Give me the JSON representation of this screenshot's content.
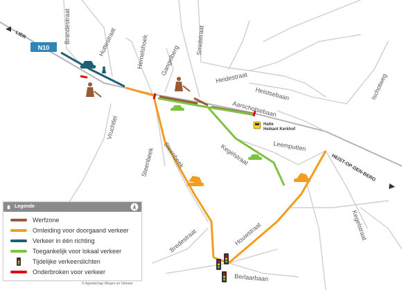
{
  "map": {
    "route_shield": "N10",
    "direction_labels": {
      "west": "LIER",
      "east": "HEIST-OP-DEN-BERG"
    },
    "streets": [
      "Brandestraat",
      "Huttestraat",
      "Hemelshoek",
      "Gangelberg",
      "Smidstraat",
      "Heidestraat",
      "Heistsebaan",
      "Ischotweg",
      "Aarschotsebaan",
      "Vruchtlei",
      "Steenbeek",
      "Kegelstraat",
      "Leemputten",
      "Kegelstraat",
      "Bredestraat",
      "Houwstraat",
      "Berlaarbaan"
    ],
    "stop_label": [
      "Halte",
      "Heikant Kerkhof"
    ]
  },
  "legend": {
    "title": "Legende",
    "items": [
      {
        "label": "Werfzone",
        "color": "#9b5a34",
        "icon": "line"
      },
      {
        "label": "Omleiding voor doorgaand verkeer",
        "color": "#f39c1f",
        "icon": "line"
      },
      {
        "label": "Verkeer in één richting",
        "color": "#1f5f75",
        "icon": "line"
      },
      {
        "label": "Toegankelijk voor lokaal verkeer",
        "color": "#7ec242",
        "icon": "line"
      },
      {
        "label": "Tijdelijke verkeerslichten",
        "color": "#333333",
        "icon": "traffic-light"
      },
      {
        "label": "Onderbroken voor verkeer",
        "color": "#e30613",
        "icon": "line"
      }
    ]
  },
  "copyright": "© Agentschap Wegen en Verkeer",
  "colors": {
    "road": "#c9c9c9",
    "road_main": "#b3b3b3",
    "worksite": "#9b5a34",
    "detour": "#f39c1f",
    "one_way": "#1f5f75",
    "local": "#7ec242",
    "interrupted": "#e30613",
    "shield": "#2f86b6"
  }
}
